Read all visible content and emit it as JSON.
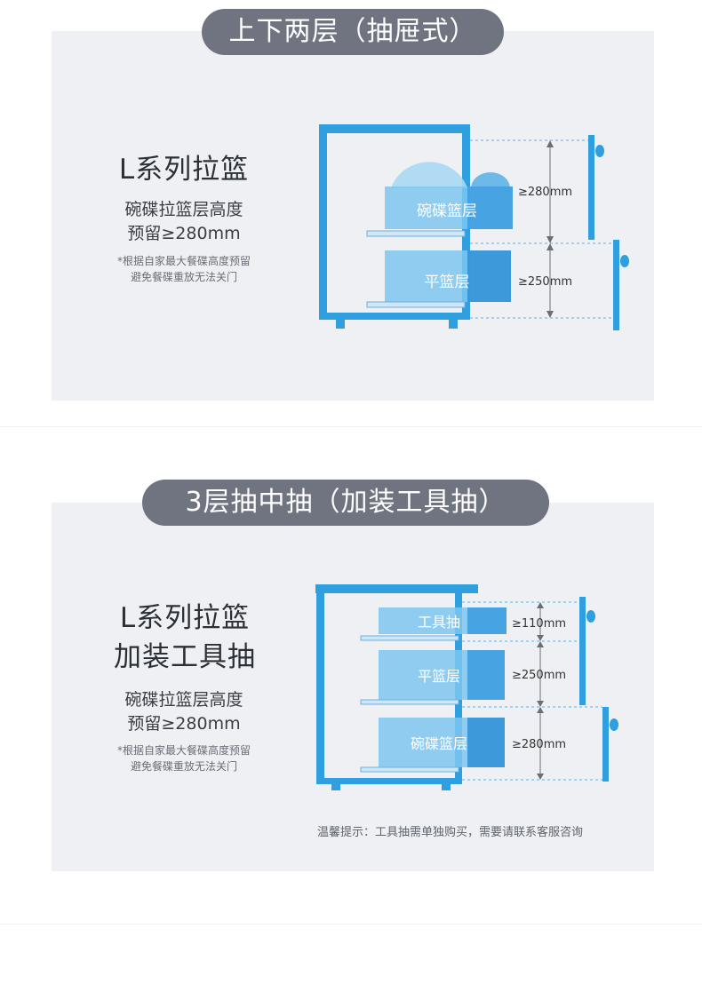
{
  "section1": {
    "badge": "上下两层（抽屉式）",
    "heading": "L系列拉篮",
    "desc_line1": "碗碟拉篮层高度",
    "desc_line2": "预留≥280mm",
    "note_line1": "*根据自家最大餐碟高度预留",
    "note_line2": "避免餐碟重放无法关门",
    "diagram": {
      "drawer_top_label": "碗碟篮层",
      "drawer_bottom_label": "平篮层",
      "dim_top": "≥280mm",
      "dim_bottom": "≥250mm"
    }
  },
  "section2": {
    "badge": "3层抽中抽（加装工具抽）",
    "heading_line1": "L系列拉篮",
    "heading_line2": "加装工具抽",
    "desc_line1": "碗碟拉篮层高度",
    "desc_line2": "预留≥280mm",
    "note_line1": "*根据自家最大餐碟高度预留",
    "note_line2": "避免餐碟重放无法关门",
    "tip": "温馨提示：工具抽需单独购买，需要请联系客服咨询",
    "diagram": {
      "drawer1_label": "工具抽",
      "drawer2_label": "平篮层",
      "drawer3_label": "碗碟篮层",
      "dim1": "≥110mm",
      "dim2": "≥250mm",
      "dim3": "≥280mm"
    }
  },
  "colors": {
    "panel_bg": "#eef0f4",
    "badge_bg": "#6f7480",
    "cabinet_blue": "#2f9fe0",
    "drawer_fill": "#7ec6ee",
    "drawer_dark": "#2f8fd6"
  }
}
